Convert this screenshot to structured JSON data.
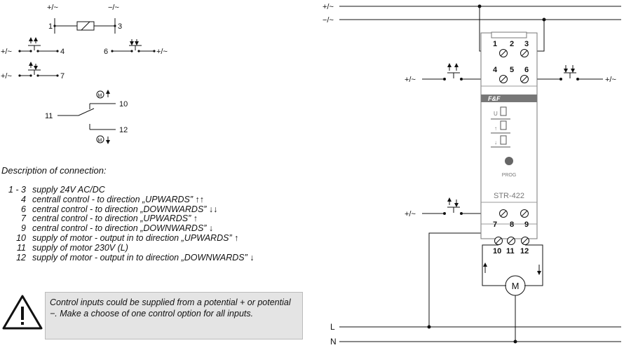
{
  "schematic": {
    "supply_pos": "+/~",
    "supply_neg": "−/~",
    "term_1": "1",
    "term_3": "3",
    "term_4": "4",
    "term_6": "6",
    "term_7": "7",
    "term_10": "10",
    "term_11": "11",
    "term_12": "12",
    "in_4": "+/~",
    "in_6": "+/~",
    "in_7": "+/~",
    "motor_symbol": "M"
  },
  "description": {
    "title": "Description of connection:",
    "rows": [
      {
        "terminal": "1 - 3",
        "text": "supply 24V AC/DC"
      },
      {
        "terminal": "4",
        "text": "centrall control  - to direction „UPWARDS” ↑↑"
      },
      {
        "terminal": "6",
        "text": "central control  - to direction „DOWNWARDS” ↓↓"
      },
      {
        "terminal": "7",
        "text": "central control - to direction „UPWARDS” ↑"
      },
      {
        "terminal": "9",
        "text": "central control  - to direction „DOWNWARDS” ↓"
      },
      {
        "terminal": "10",
        "text": "supply of motor - output in to direction  „UPWARDS” ↑"
      },
      {
        "terminal": "11",
        "text": "supply of motor 230V (L)"
      },
      {
        "terminal": "12",
        "text": "supply of motor - output in to direction „DOWNWARDS” ↓"
      }
    ]
  },
  "warning": {
    "text": "Control inputs could be supplied from a potential + or potential −. Make a choose of one control option for all inputs."
  },
  "wiring": {
    "rail_pos": "+/~",
    "rail_neg": "−/~",
    "top_terminals": [
      "1",
      "2",
      "3"
    ],
    "mid_terminals": [
      "4",
      "5",
      "6"
    ],
    "low_terminals": [
      "7",
      "8",
      "9"
    ],
    "out_terminals": [
      "10",
      "11",
      "12"
    ],
    "left_input": "+/~",
    "right_input": "+/~",
    "lower_input": "+/~",
    "brand": "F&F",
    "led_u": "U",
    "led_up": "↑",
    "led_down": "↓",
    "prog_label": "PROG",
    "model": "STR-422",
    "motor": "M",
    "line_l": "L",
    "line_n": "N"
  }
}
